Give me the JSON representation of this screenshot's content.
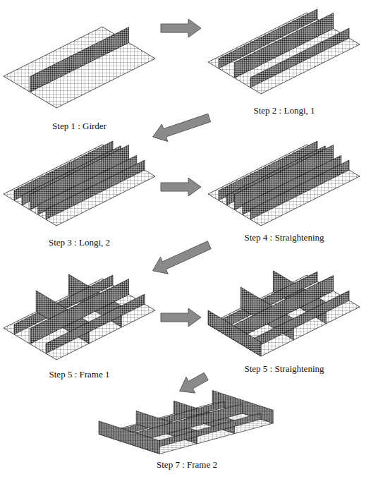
{
  "diagram": {
    "nodes": [
      {
        "text": [
          "Step 1 : Girder"
        ]
      },
      {
        "text": [
          "Step 2 : Longi, 1"
        ]
      },
      {
        "text": [
          "Step 3 : Longi, 2"
        ]
      },
      {
        "text": [
          "Step 4 : Straightening"
        ]
      },
      {
        "text": [
          "Step 5 : Frame 1"
        ]
      },
      {
        "text": [
          "Step 5 : Straightening"
        ]
      },
      {
        "text": [
          "Step 7 : Frame 2"
        ]
      }
    ],
    "edges": [
      {
        "from": 0,
        "to": 1,
        "arrow": "to"
      },
      {
        "from": 1,
        "to": 2,
        "arrow": "to"
      },
      {
        "from": 2,
        "to": 3,
        "arrow": "to"
      },
      {
        "from": 3,
        "to": 4,
        "arrow": "to"
      },
      {
        "from": 4,
        "to": 5,
        "arrow": "to"
      },
      {
        "from": 5,
        "to": 6,
        "arrow": "to"
      }
    ]
  }
}
